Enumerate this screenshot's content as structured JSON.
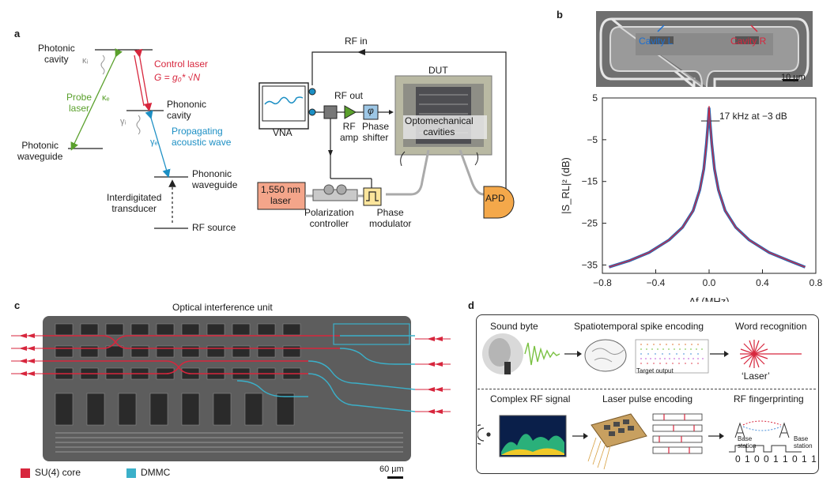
{
  "panel_labels": {
    "a": "a",
    "b": "b",
    "c": "c",
    "d": "d"
  },
  "panel_a": {
    "levels": {
      "photonic_cavity": "Photonic\ncavity",
      "phononic_cavity": "Phononic\ncavity",
      "photonic_waveguide": "Photonic\nwaveguide",
      "phononic_waveguide": "Phononic\nwaveguide",
      "rf_source": "RF source",
      "interdigitated_transducer": "Interdigitated\ntransducer"
    },
    "labels": {
      "kappa_i": "κᵢ",
      "kappa_e": "κₑ",
      "probe_laser": "Probe\nlaser",
      "control_laser": "Control laser",
      "coupling_formula": "G = g₀* √N",
      "gamma_i": "γᵢ",
      "gamma_e": "γₑ",
      "propagating_wave": "Propagating\nacoustic wave"
    },
    "setup": {
      "rf_in": "RF in",
      "rf_out": "RF out",
      "dut": "DUT",
      "vna": "VNA",
      "rf_amp": "RF\namp",
      "phase_shifter": "Phase\nshifter",
      "phi": "φ",
      "optomechanical_cavities": "Optomechanical\ncavities",
      "laser": "1,550 nm\nlaser",
      "polarization_controller": "Polarization\ncontroller",
      "phase_modulator": "Phase\nmodulator",
      "apd": "APD"
    },
    "colors": {
      "red": "#d7263d",
      "green": "#5aa02c",
      "blue": "#1c8fc4",
      "gray": "#888888"
    }
  },
  "panel_b": {
    "sem_labels": {
      "cavity_l": "Cavity L",
      "cavity_r": "Cavity R",
      "scale": "10 µm"
    },
    "annotation": "17 kHz at −3 dB",
    "chart_data": {
      "type": "line",
      "xlabel": "Δf (MHz)",
      "ylabel": "|S_RL|² (dB)",
      "xlim": [
        -0.8,
        0.8
      ],
      "ylim": [
        -37,
        5
      ],
      "xticks": [
        "−0.8",
        "−0.4",
        "0.0",
        "0.4",
        "0.8"
      ],
      "xtick_values": [
        -0.8,
        -0.4,
        0.0,
        0.4,
        0.8
      ],
      "yticks": [
        "5",
        "−5",
        "−15",
        "−25",
        "−35"
      ],
      "ytick_values": [
        5,
        -5,
        -15,
        -25,
        -35
      ],
      "series": [
        {
          "kind": "measured",
          "color": "#1f5fae",
          "x": [
            -0.75,
            -0.6,
            -0.45,
            -0.3,
            -0.2,
            -0.12,
            -0.07,
            -0.04,
            -0.02,
            -0.008,
            0.0,
            0.008,
            0.02,
            0.04,
            0.07,
            0.12,
            0.2,
            0.3,
            0.45,
            0.6,
            0.72
          ],
          "y": [
            -35.5,
            -34,
            -32,
            -29,
            -26,
            -22,
            -17,
            -12,
            -6,
            -1,
            2.5,
            -1,
            -6,
            -12,
            -17,
            -22,
            -26,
            -29,
            -32,
            -34,
            -35.5
          ]
        },
        {
          "kind": "fit",
          "color": "#d7263d",
          "x": [
            -0.75,
            -0.6,
            -0.45,
            -0.3,
            -0.2,
            -0.12,
            -0.07,
            -0.04,
            -0.02,
            -0.008,
            0.0,
            0.008,
            0.02,
            0.04,
            0.07,
            0.12,
            0.2,
            0.3,
            0.45,
            0.6,
            0.72
          ],
          "y": [
            -35.5,
            -34,
            -32,
            -29,
            -26,
            -22,
            -17,
            -12,
            -6,
            -1,
            3,
            -1,
            -6,
            -12,
            -17,
            -22,
            -26,
            -29,
            -32,
            -34,
            -35.5
          ]
        }
      ]
    }
  },
  "panel_c": {
    "title": "Optical interference unit",
    "legend": [
      {
        "label": "SU(4) core",
        "color": "#d7263d"
      },
      {
        "label": "DMMC",
        "color": "#3bb0c9"
      }
    ],
    "scale": "60 µm"
  },
  "panel_d": {
    "top": {
      "sound_byte": "Sound byte",
      "spike_encoding": "Spatiotemporal spike encoding",
      "word_recognition": "Word recognition",
      "target_output": "Target output",
      "laser_word": "‘Laser’"
    },
    "bottom": {
      "complex_rf": "Complex RF signal",
      "laser_pulse": "Laser pulse encoding",
      "rf_fingerprinting": "RF fingerprinting",
      "base_station_1": "Base\nstation",
      "base_station_2": "Base\nstation",
      "bits": "0 1 0 0 1 1 0 1 1"
    }
  }
}
